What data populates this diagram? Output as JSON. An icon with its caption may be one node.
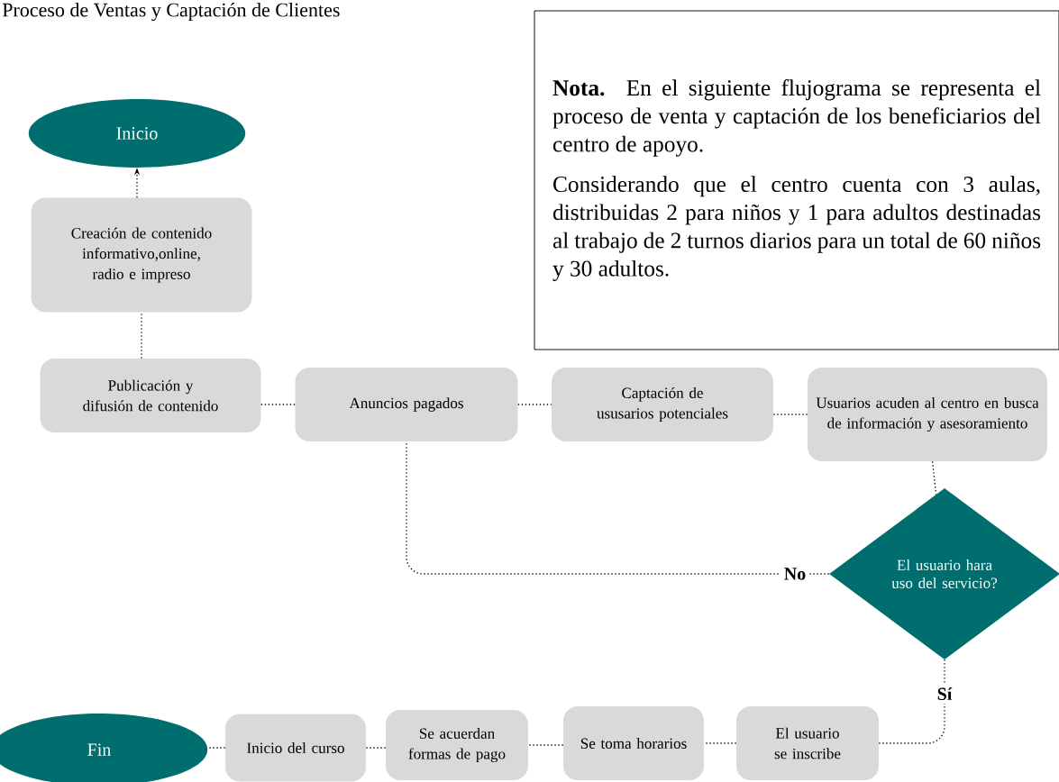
{
  "diagram": {
    "title": "Proceso de Ventas y Captación de Clientes",
    "nodes": [
      {
        "text": [
          "Inicio"
        ]
      },
      {
        "text": [
          "**Nota.** En el siguiente flujograma se representa el proceso de venta y captación de los beneficiarios del centro de apoyo.",
          "Considerando que el centro cuenta con 3 aulas, distribuidas 2 para niños y 1 para adultos destinadas al trabajo de 2 turnos diarios para un total de 60 niños y 30 adultos."
        ]
      },
      {
        "text": [
          "Creación de contenido informativo,online, radio e impreso"
        ]
      },
      {
        "text": [
          "Publicación y difusión de contenido"
        ]
      },
      {
        "text": [
          "Anuncios pagados"
        ]
      },
      {
        "text": [
          "Captación de ususarios potenciales"
        ]
      },
      {
        "text": [
          "Usuarios acuden al centro en busca de información y asesoramiento"
        ]
      },
      {
        "text": [
          "El usuario hara uso del servicio?"
        ]
      },
      {
        "text": [
          "El usuario se inscribe"
        ]
      },
      {
        "text": [
          "Se toma horarios"
        ]
      },
      {
        "text": [
          "Se acuerdan formas de pago"
        ]
      },
      {
        "text": [
          "Inicio del curso"
        ]
      },
      {
        "text": [
          "Fin"
        ]
      }
    ],
    "edges": [
      {
        "from": 2,
        "to": 0,
        "arrow": "to"
      },
      {
        "from": 3,
        "to": 2,
        "arrow": "none"
      },
      {
        "from": 3,
        "to": 4,
        "arrow": "none"
      },
      {
        "from": 4,
        "to": 5,
        "arrow": "none"
      },
      {
        "from": 5,
        "to": 6,
        "arrow": "none"
      },
      {
        "from": 6,
        "to": 7,
        "arrow": "none"
      },
      {
        "from": 7,
        "to": 4,
        "arrow": "none",
        "label": "No"
      },
      {
        "from": 7,
        "to": 8,
        "arrow": "none",
        "label": "Sí"
      },
      {
        "from": 8,
        "to": 9,
        "arrow": "none"
      },
      {
        "from": 9,
        "to": 10,
        "arrow": "none"
      },
      {
        "from": 10,
        "to": 11,
        "arrow": "none"
      },
      {
        "from": 11,
        "to": 12,
        "arrow": "none"
      }
    ]
  }
}
